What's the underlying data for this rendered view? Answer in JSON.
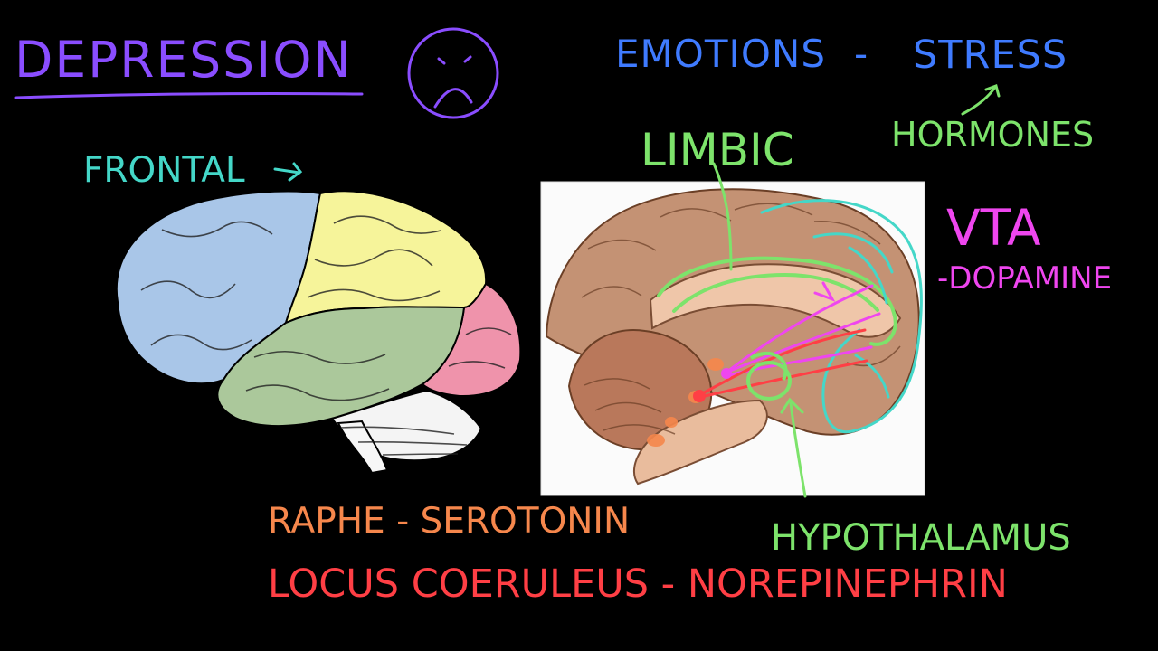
{
  "title": "DEPRESSION",
  "labels": {
    "emotions": "EMOTIONS",
    "dash1": "-",
    "stress": "STRESS",
    "hormones": "HORMONES",
    "frontal": "FRONTAL",
    "limbic": "LIMBIC",
    "vta": "VTA",
    "dopamine": "-DOPAMINE",
    "hypothalamus": "HYPOTHALAMUS",
    "raphe": "RAPHE - SEROTONIN",
    "locus": "LOCUS COERULEUS - NOREPINEPHRIN"
  },
  "colors": {
    "purple": "#8a4dff",
    "blue": "#3f7bff",
    "green": "#7de36b",
    "cyan": "#44d7c8",
    "magenta": "#ef46ef",
    "orange": "#f6874c",
    "red": "#ff3f45"
  },
  "icons": [
    "sad-face-icon",
    "arrow-icon"
  ]
}
